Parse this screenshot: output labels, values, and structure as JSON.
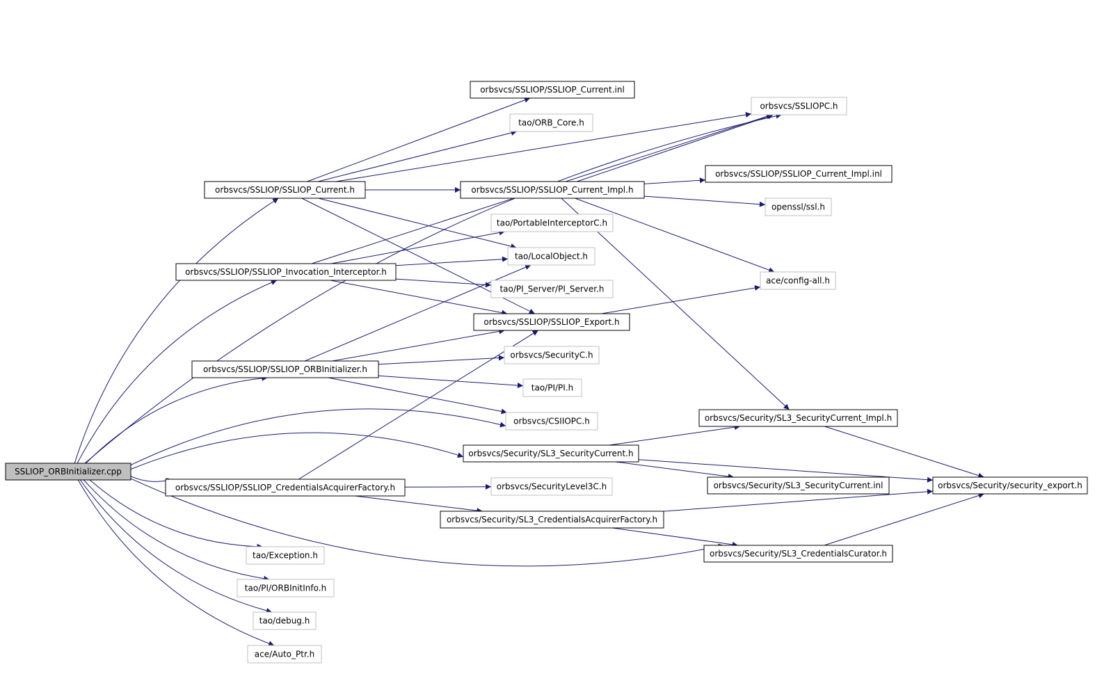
{
  "colors": {
    "edge": "#191970",
    "root_fill": "#bfbfbf",
    "documented_border": "#000000",
    "undocumented_border": "#bfbfbf",
    "background": "#ffffff"
  },
  "nodes": [
    {
      "id": "root",
      "label": "SSLIOP_ORBInitializer.cpp",
      "kind": "root"
    },
    {
      "id": "sslioppc",
      "label": "orbsvcs/SSLIOPC.h",
      "kind": "external"
    },
    {
      "id": "cur_inl",
      "label": "orbsvcs/SSLIOP/SSLIOP_Current.inl",
      "kind": "documented"
    },
    {
      "id": "orbcore",
      "label": "tao/ORB_Core.h",
      "kind": "external"
    },
    {
      "id": "cur_impl_inl",
      "label": "orbsvcs/SSLIOP/SSLIOP_Current_Impl.inl",
      "kind": "documented"
    },
    {
      "id": "cur_h",
      "label": "orbsvcs/SSLIOP/SSLIOP_Current.h",
      "kind": "documented"
    },
    {
      "id": "cur_impl_h",
      "label": "orbsvcs/SSLIOP/SSLIOP_Current_Impl.h",
      "kind": "documented"
    },
    {
      "id": "openssl",
      "label": "openssl/ssl.h",
      "kind": "external"
    },
    {
      "id": "portable",
      "label": "tao/PortableInterceptorC.h",
      "kind": "external"
    },
    {
      "id": "localobj",
      "label": "tao/LocalObject.h",
      "kind": "external"
    },
    {
      "id": "invoc",
      "label": "orbsvcs/SSLIOP/SSLIOP_Invocation_Interceptor.h",
      "kind": "documented"
    },
    {
      "id": "aceconfig",
      "label": "ace/config-all.h",
      "kind": "external"
    },
    {
      "id": "piserver",
      "label": "tao/PI_Server/PI_Server.h",
      "kind": "external"
    },
    {
      "id": "export",
      "label": "orbsvcs/SSLIOP/SSLIOP_Export.h",
      "kind": "documented"
    },
    {
      "id": "orbinit",
      "label": "orbsvcs/SSLIOP/SSLIOP_ORBInitializer.h",
      "kind": "documented"
    },
    {
      "id": "securityc",
      "label": "orbsvcs/SecurityC.h",
      "kind": "external"
    },
    {
      "id": "pi",
      "label": "tao/PI/PI.h",
      "kind": "external"
    },
    {
      "id": "sl3_impl",
      "label": "orbsvcs/Security/SL3_SecurityCurrent_Impl.h",
      "kind": "documented"
    },
    {
      "id": "csiiopc",
      "label": "orbsvcs/CSIIOPC.h",
      "kind": "external"
    },
    {
      "id": "sl3_cur",
      "label": "orbsvcs/Security/SL3_SecurityCurrent.h",
      "kind": "documented"
    },
    {
      "id": "credfact",
      "label": "orbsvcs/SSLIOP/SSLIOP_CredentialsAcquirerFactory.h",
      "kind": "documented"
    },
    {
      "id": "seclevel3",
      "label": "orbsvcs/SecurityLevel3C.h",
      "kind": "external"
    },
    {
      "id": "sl3_cur_inl",
      "label": "orbsvcs/Security/SL3_SecurityCurrent.inl",
      "kind": "documented"
    },
    {
      "id": "secexport",
      "label": "orbsvcs/Security/security_export.h",
      "kind": "documented"
    },
    {
      "id": "sl3_credfact",
      "label": "orbsvcs/Security/SL3_CredentialsAcquirerFactory.h",
      "kind": "documented"
    },
    {
      "id": "exception",
      "label": "tao/Exception.h",
      "kind": "external"
    },
    {
      "id": "sl3_curator",
      "label": "orbsvcs/Security/SL3_CredentialsCurator.h",
      "kind": "documented"
    },
    {
      "id": "orbinitinfo",
      "label": "tao/PI/ORBInitInfo.h",
      "kind": "external"
    },
    {
      "id": "debug",
      "label": "tao/debug.h",
      "kind": "external"
    },
    {
      "id": "autoptr",
      "label": "ace/Auto_Ptr.h",
      "kind": "external"
    }
  ],
  "edges": [
    [
      "root",
      "sslioppc"
    ],
    [
      "root",
      "cur_h"
    ],
    [
      "root",
      "invoc"
    ],
    [
      "root",
      "orbinit"
    ],
    [
      "root",
      "csiiopc"
    ],
    [
      "root",
      "sl3_cur"
    ],
    [
      "root",
      "credfact"
    ],
    [
      "root",
      "sl3_curator"
    ],
    [
      "root",
      "exception"
    ],
    [
      "root",
      "orbinitinfo"
    ],
    [
      "root",
      "debug"
    ],
    [
      "root",
      "autoptr"
    ],
    [
      "cur_h",
      "sslioppc"
    ],
    [
      "cur_h",
      "cur_inl"
    ],
    [
      "cur_h",
      "orbcore"
    ],
    [
      "cur_h",
      "cur_impl_h"
    ],
    [
      "cur_h",
      "localobj"
    ],
    [
      "cur_h",
      "export"
    ],
    [
      "cur_impl_h",
      "sslioppc"
    ],
    [
      "cur_impl_h",
      "cur_impl_inl"
    ],
    [
      "cur_impl_h",
      "openssl"
    ],
    [
      "cur_impl_h",
      "aceconfig"
    ],
    [
      "cur_impl_h",
      "sl3_impl"
    ],
    [
      "invoc",
      "sslioppc"
    ],
    [
      "invoc",
      "portable"
    ],
    [
      "invoc",
      "localobj"
    ],
    [
      "invoc",
      "piserver"
    ],
    [
      "invoc",
      "export"
    ],
    [
      "export",
      "aceconfig"
    ],
    [
      "orbinit",
      "localobj"
    ],
    [
      "orbinit",
      "export"
    ],
    [
      "orbinit",
      "securityc"
    ],
    [
      "orbinit",
      "pi"
    ],
    [
      "orbinit",
      "csiiopc"
    ],
    [
      "credfact",
      "export"
    ],
    [
      "credfact",
      "seclevel3"
    ],
    [
      "credfact",
      "sl3_credfact"
    ],
    [
      "sl3_cur",
      "sl3_impl"
    ],
    [
      "sl3_cur",
      "secexport"
    ],
    [
      "sl3_cur",
      "sl3_cur_inl"
    ],
    [
      "sl3_impl",
      "secexport"
    ],
    [
      "sl3_credfact",
      "secexport"
    ],
    [
      "sl3_credfact",
      "sl3_curator"
    ],
    [
      "sl3_curator",
      "secexport"
    ]
  ]
}
